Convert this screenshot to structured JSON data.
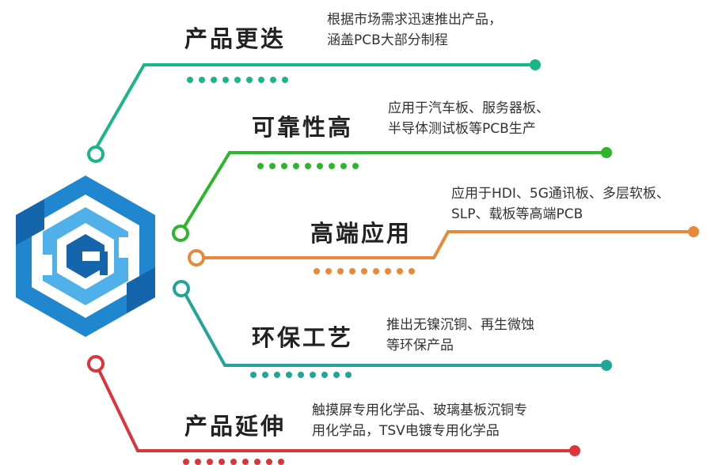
{
  "colors": {
    "teal_green": "#1bb58a",
    "green": "#2db52c",
    "orange": "#e8893a",
    "teal": "#21a59a",
    "red": "#d9353a",
    "logo_blue": "#1f86cf",
    "logo_dark": "#1565ad",
    "logo_light": "#4fb0ea"
  },
  "logo": {
    "icon": "hexagonal-g-logo"
  },
  "items": [
    {
      "title": "产品更迭",
      "lines": [
        "根据市场需求迅速推出产品，",
        "涵盖PCB大部分制程"
      ]
    },
    {
      "title": "可靠性高",
      "lines": [
        "应用于汽车板、服务器板、",
        "半导体测试板等PCB生产"
      ]
    },
    {
      "title": "高端应用",
      "lines": [
        "应用于HDI、5G通讯板、多层软板、",
        "SLP、载板等高端PCB"
      ]
    },
    {
      "title": "环保工艺",
      "lines": [
        "推出无镍沉铜、再生微蚀",
        "等环保产品"
      ]
    },
    {
      "title": "产品延伸",
      "lines": [
        "触摸屏专用化学品、玻璃基板沉铜专",
        "用化学品，TSV电镀专用化学品"
      ]
    }
  ]
}
